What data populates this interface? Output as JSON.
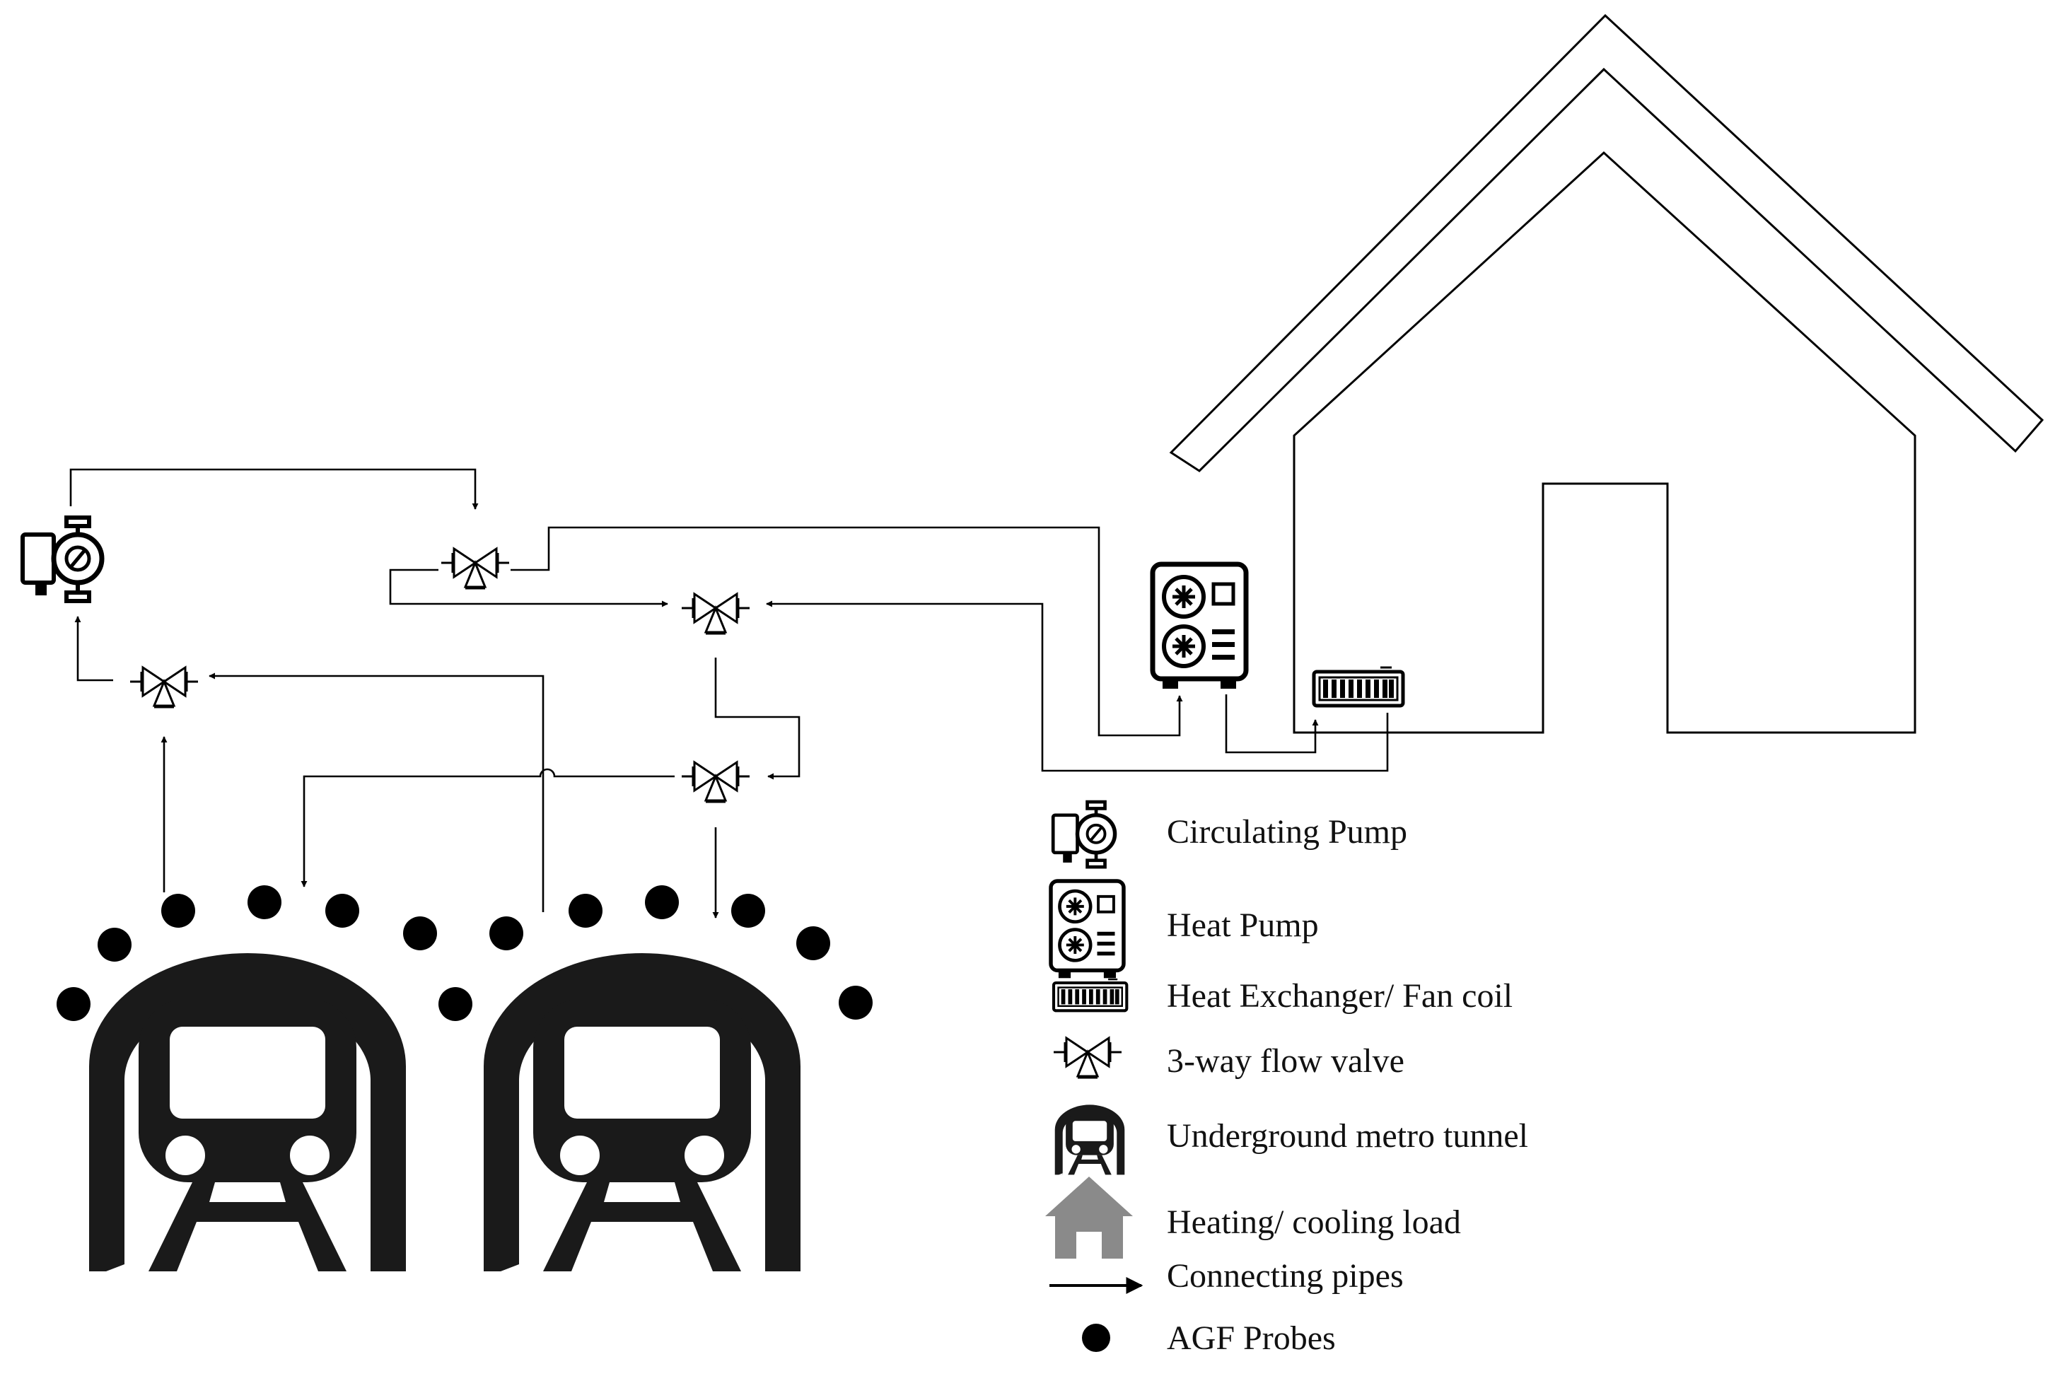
{
  "diagram": {
    "house": {
      "icon": "house-outline"
    },
    "components": {
      "circulating_pump": {
        "icon": "circulating-pump-icon"
      },
      "heat_pump": {
        "icon": "heat-pump-icon"
      },
      "heat_exchanger": {
        "icon": "heat-exchanger-icon"
      },
      "valves": [
        {
          "icon": "three-way-valve-icon"
        },
        {
          "icon": "three-way-valve-icon"
        },
        {
          "icon": "three-way-valve-icon"
        },
        {
          "icon": "three-way-valve-icon"
        }
      ],
      "tunnels": [
        {
          "icon": "metro-tunnel-icon"
        },
        {
          "icon": "metro-tunnel-icon"
        }
      ]
    }
  },
  "legend": {
    "items": [
      {
        "icon": "circulating-pump-icon",
        "label": "Circulating Pump"
      },
      {
        "icon": "heat-pump-icon",
        "label": "Heat Pump"
      },
      {
        "icon": "heat-exchanger-icon",
        "label": "Heat Exchanger/ Fan coil"
      },
      {
        "icon": "three-way-valve-icon",
        "label": "3-way flow valve"
      },
      {
        "icon": "metro-tunnel-icon",
        "label": "Underground metro tunnel"
      },
      {
        "icon": "house-icon",
        "label": "Heating/ cooling load"
      },
      {
        "icon": "arrow-icon",
        "label": "Connecting pipes"
      },
      {
        "icon": "probe-dot-icon",
        "label": "AGF Probes"
      }
    ]
  },
  "colors": {
    "ink": "#000000",
    "house_gray": "#8a8a8a"
  }
}
